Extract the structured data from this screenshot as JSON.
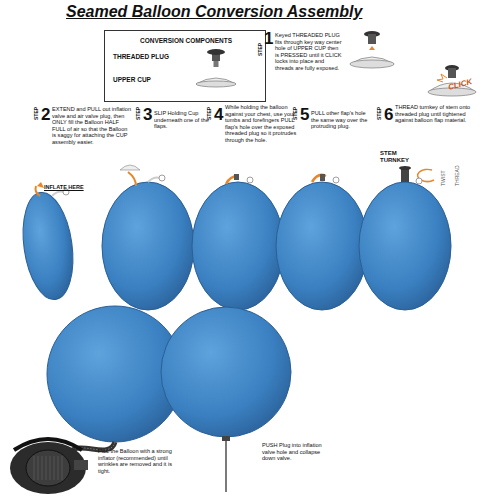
{
  "diagram": {
    "title": "Seamed Balloon Conversion Assembly",
    "nodes": [
      {
        "text": [
          "CONVERSION COMPONENTS",
          "THREADED PLUG",
          "UPPER CUP"
        ]
      }
    ],
    "labels": [
      "STEP",
      "1",
      "Keyed THREADED PLUG fits through key way center hole of UPPER CUP then is PRESSED until it CLICK locks into place and threads are fully exposed.",
      "CLICK",
      "STEP",
      "2",
      "EXTEND and PULL out inflation valve and air valve plug, then ONLY fill the Balloon HALF FULL of air so that the Balloon is saggy for attaching the CUP assembly easier.",
      "INFLATE HERE",
      "STEP",
      "3",
      "SLIP Holding Cup underneath one of the flaps.",
      "STEP",
      "4",
      "While holding the balloon against your chest, use your tumbs and forefingers PULL flap's hole over the exposed threaded plug so it protrudes through the hole.",
      "STEP",
      "5",
      "PULL other flap's hole the same way over the protruding plug.",
      "STEP",
      "6",
      "THREAD turnkey of stem onto threaded plug until tightened against balloon flap material.",
      "STEM TURNKEY",
      "TWIST",
      "THREAD",
      "FILL the Balloon with a strong inflator (recommended) until wrinkles are removed and it is tight.",
      "PUSH Plug into inflation valve hole and collapse down valve."
    ]
  }
}
